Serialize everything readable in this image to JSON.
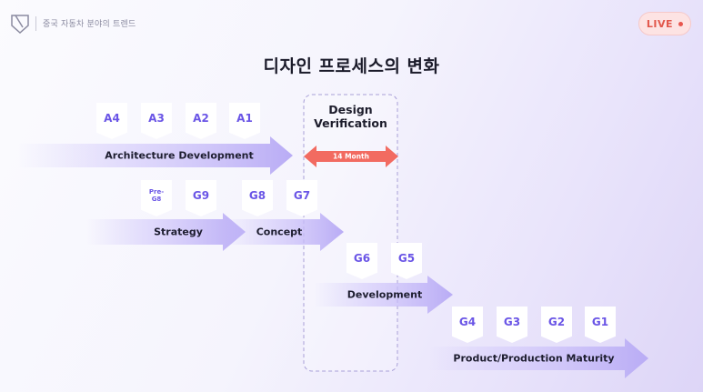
{
  "header": {
    "brand": "중국 자동차 분야의 트렌드",
    "live_label": "LIVE"
  },
  "title": "디자인 프로세스의 변화",
  "verification": {
    "line1": "Design",
    "line2": "Verification",
    "duration": "14 Month"
  },
  "rows": {
    "architecture": {
      "label": "Architecture Development",
      "badges": [
        "A4",
        "A3",
        "A2",
        "A1"
      ]
    },
    "strategy": {
      "label": "Strategy",
      "badges": [
        "Pre-\nG8",
        "G9"
      ]
    },
    "concept": {
      "label": "Concept",
      "badges": [
        "G8",
        "G7"
      ]
    },
    "development": {
      "label": "Development",
      "badges": [
        "G6",
        "G5"
      ]
    },
    "product": {
      "label": "Product/Production Maturity",
      "badges": [
        "G4",
        "G3",
        "G2",
        "G1"
      ]
    }
  },
  "colors": {
    "accent": "#6a55e6",
    "live": "#e2574c",
    "duration_arrow": "#f26b61",
    "flow_arrow": "#bdb0f6"
  }
}
